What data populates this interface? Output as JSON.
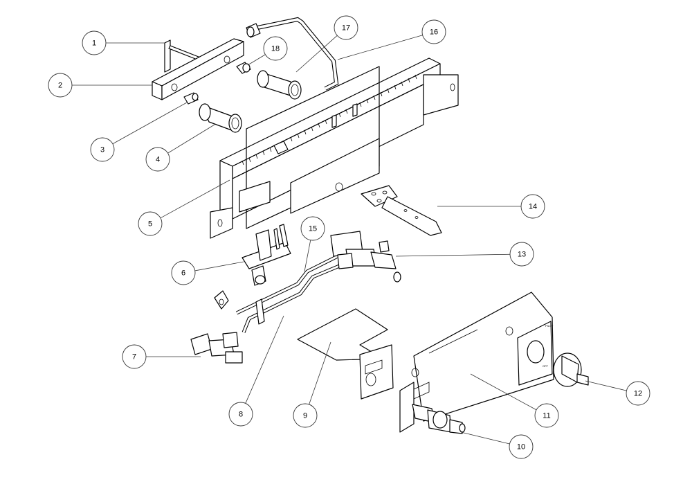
{
  "diagram": {
    "callouts": [
      "1",
      "2",
      "3",
      "4",
      "5",
      "6",
      "7",
      "8",
      "9",
      "10",
      "11",
      "12",
      "13",
      "14",
      "15",
      "16",
      "17",
      "18"
    ]
  },
  "control_panel": {
    "label_off": "PILOT",
    "label_on": "OFF"
  },
  "colors": {
    "line": "#000000",
    "background": "#ffffff",
    "fill": "#f2f2f2"
  }
}
